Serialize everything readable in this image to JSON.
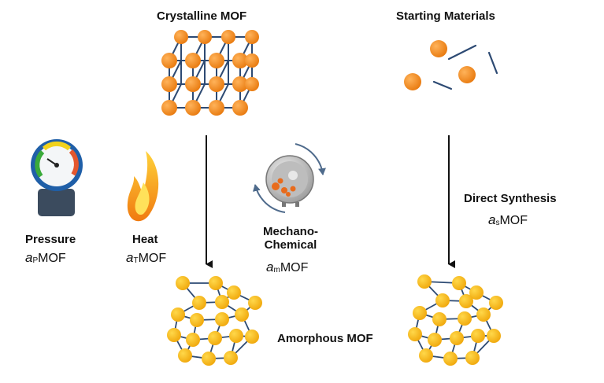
{
  "labels": {
    "crystalline": "Crystalline MOF",
    "starting": "Starting Materials",
    "amorphous": "Amorphous MOF",
    "direct_synthesis": "Direct Synthesis",
    "pressure": "Pressure",
    "heat": "Heat",
    "mechano_1": "Mechano-",
    "mechano_2": "Chemical"
  },
  "abbreviations": {
    "prefix": "a",
    "suffix": "MOF",
    "pressure_sub": "P",
    "heat_sub": "T",
    "mechano_sub": "m",
    "synthesis_sub": "s"
  },
  "icons": [
    "pressure-gauge-icon",
    "flame-icon",
    "ball-mill-icon",
    "circular-arrows-icon"
  ],
  "colors": {
    "crystal_node": "#f08a1c",
    "amorphous_node": "#f6b512",
    "link": "#2d4a73",
    "arrow": "#111111",
    "gauge_blue": "#1f5fa8",
    "gauge_base": "#3b4b5e",
    "flame_outer": "#f6a21a",
    "flame_inner": "#ffe15a"
  }
}
